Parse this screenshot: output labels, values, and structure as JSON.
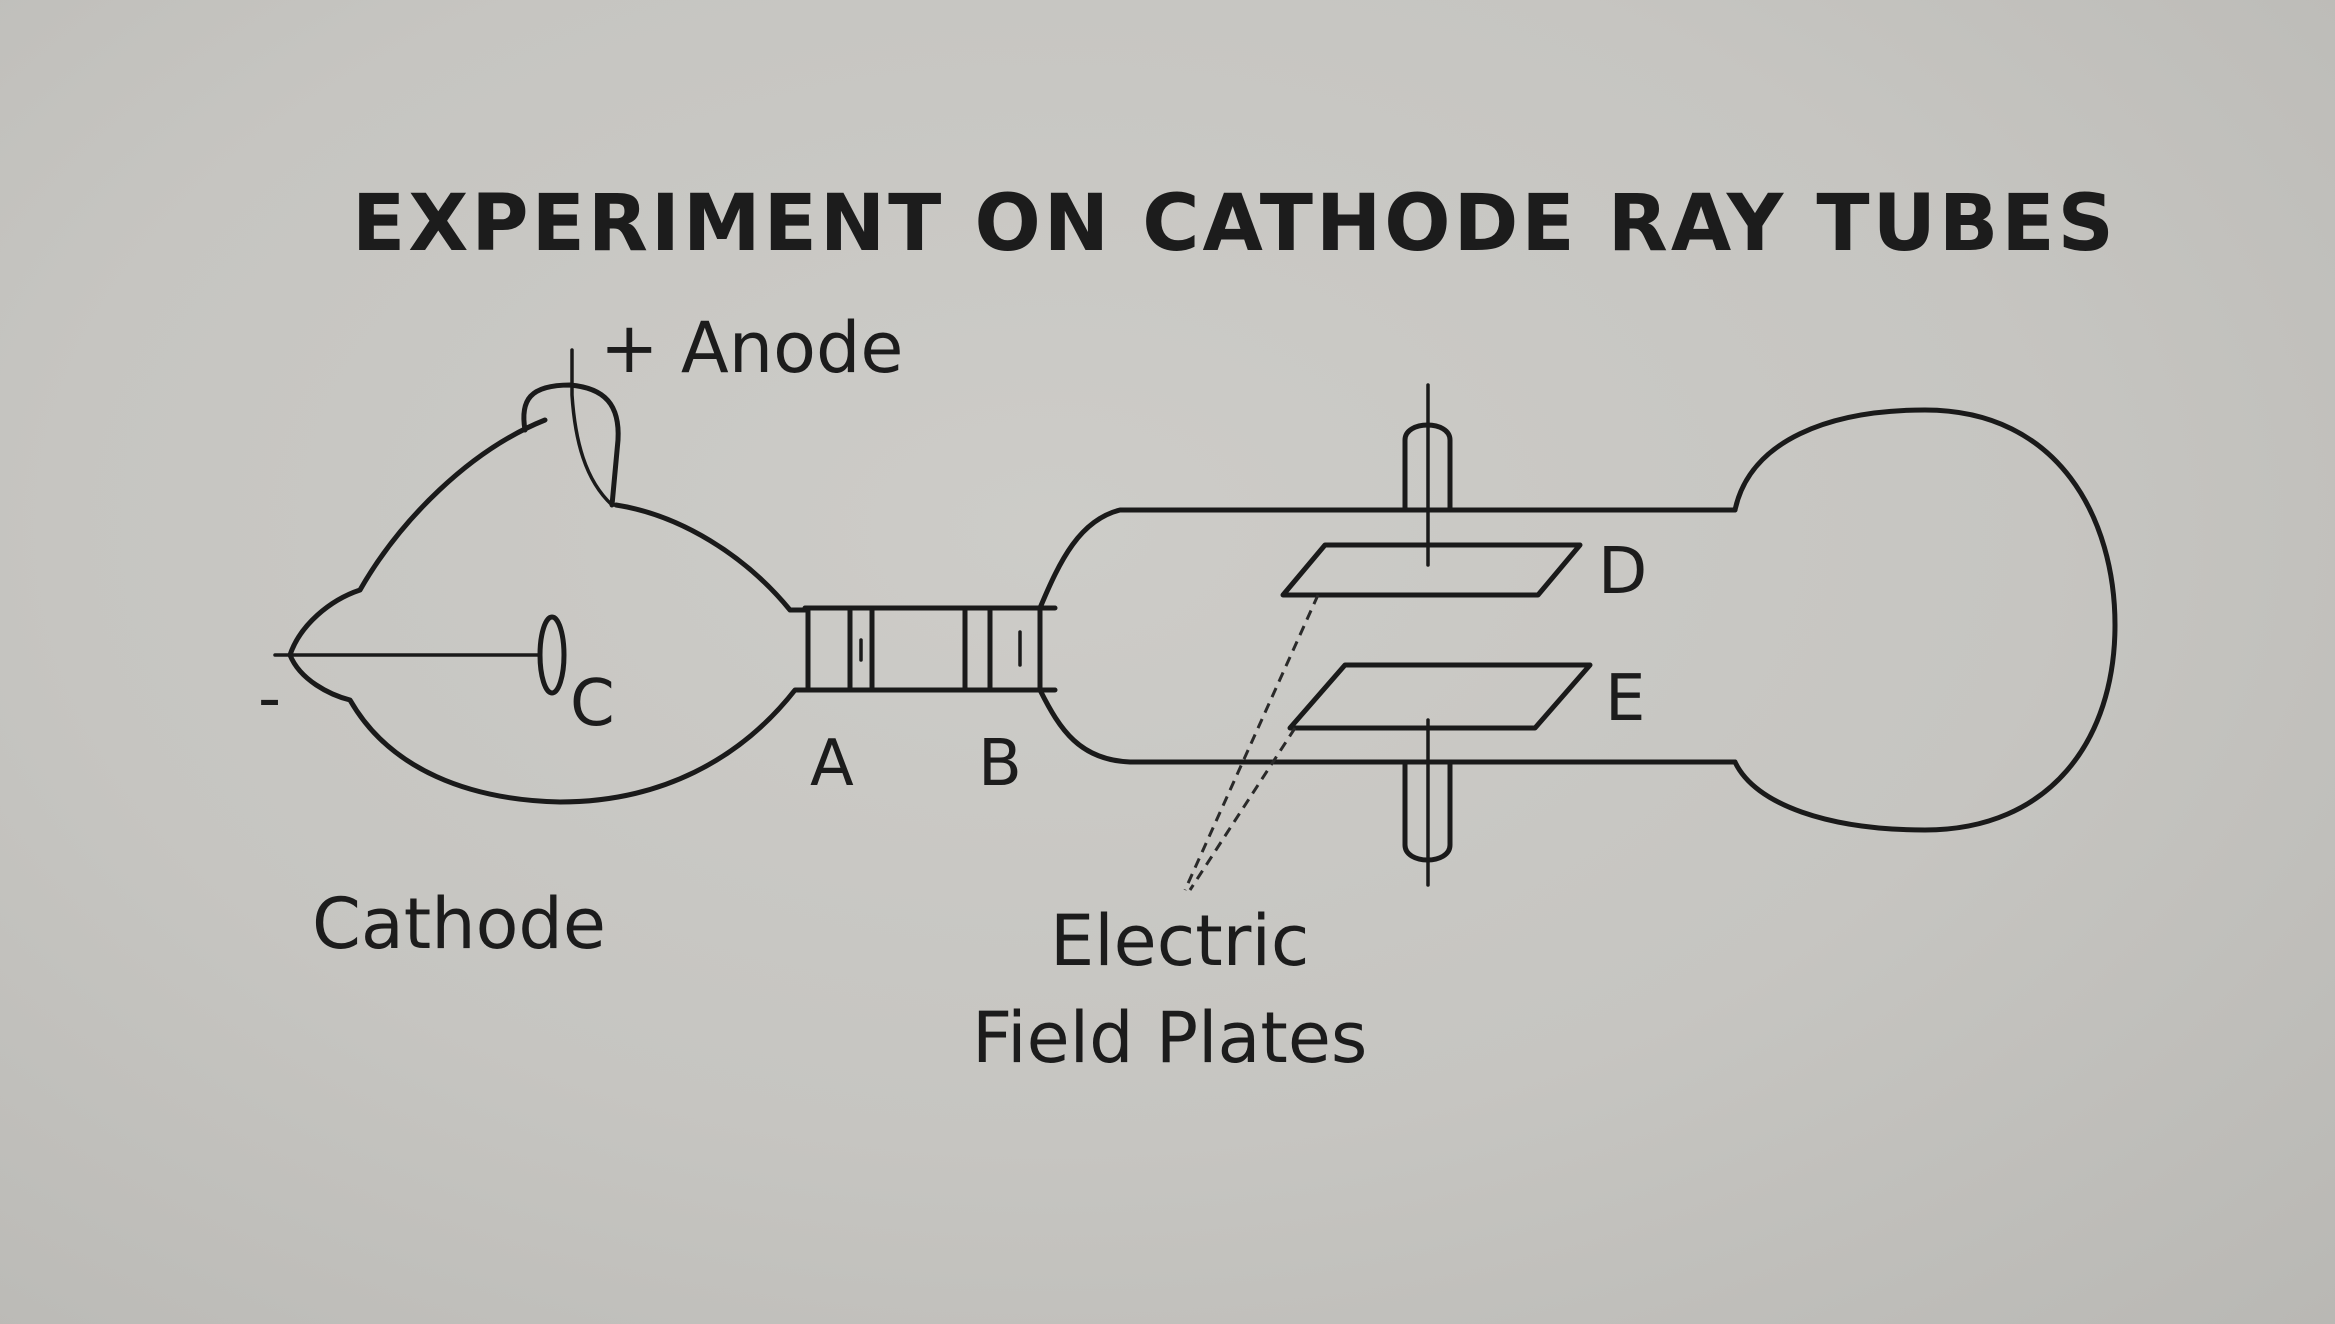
{
  "title": "EXPERIMENT ON CATHODE RAY TUBES",
  "labels": {
    "anode": "+ Anode",
    "minus": "-",
    "cathode": "Cathode",
    "C": "C",
    "A": "A",
    "B": "B",
    "D": "D",
    "E": "E",
    "field_plates_line1": "Electric",
    "field_plates_line2": "Field Plates"
  },
  "colors": {
    "paper": "#c6c5c1",
    "ink": "#1a1a1a"
  }
}
